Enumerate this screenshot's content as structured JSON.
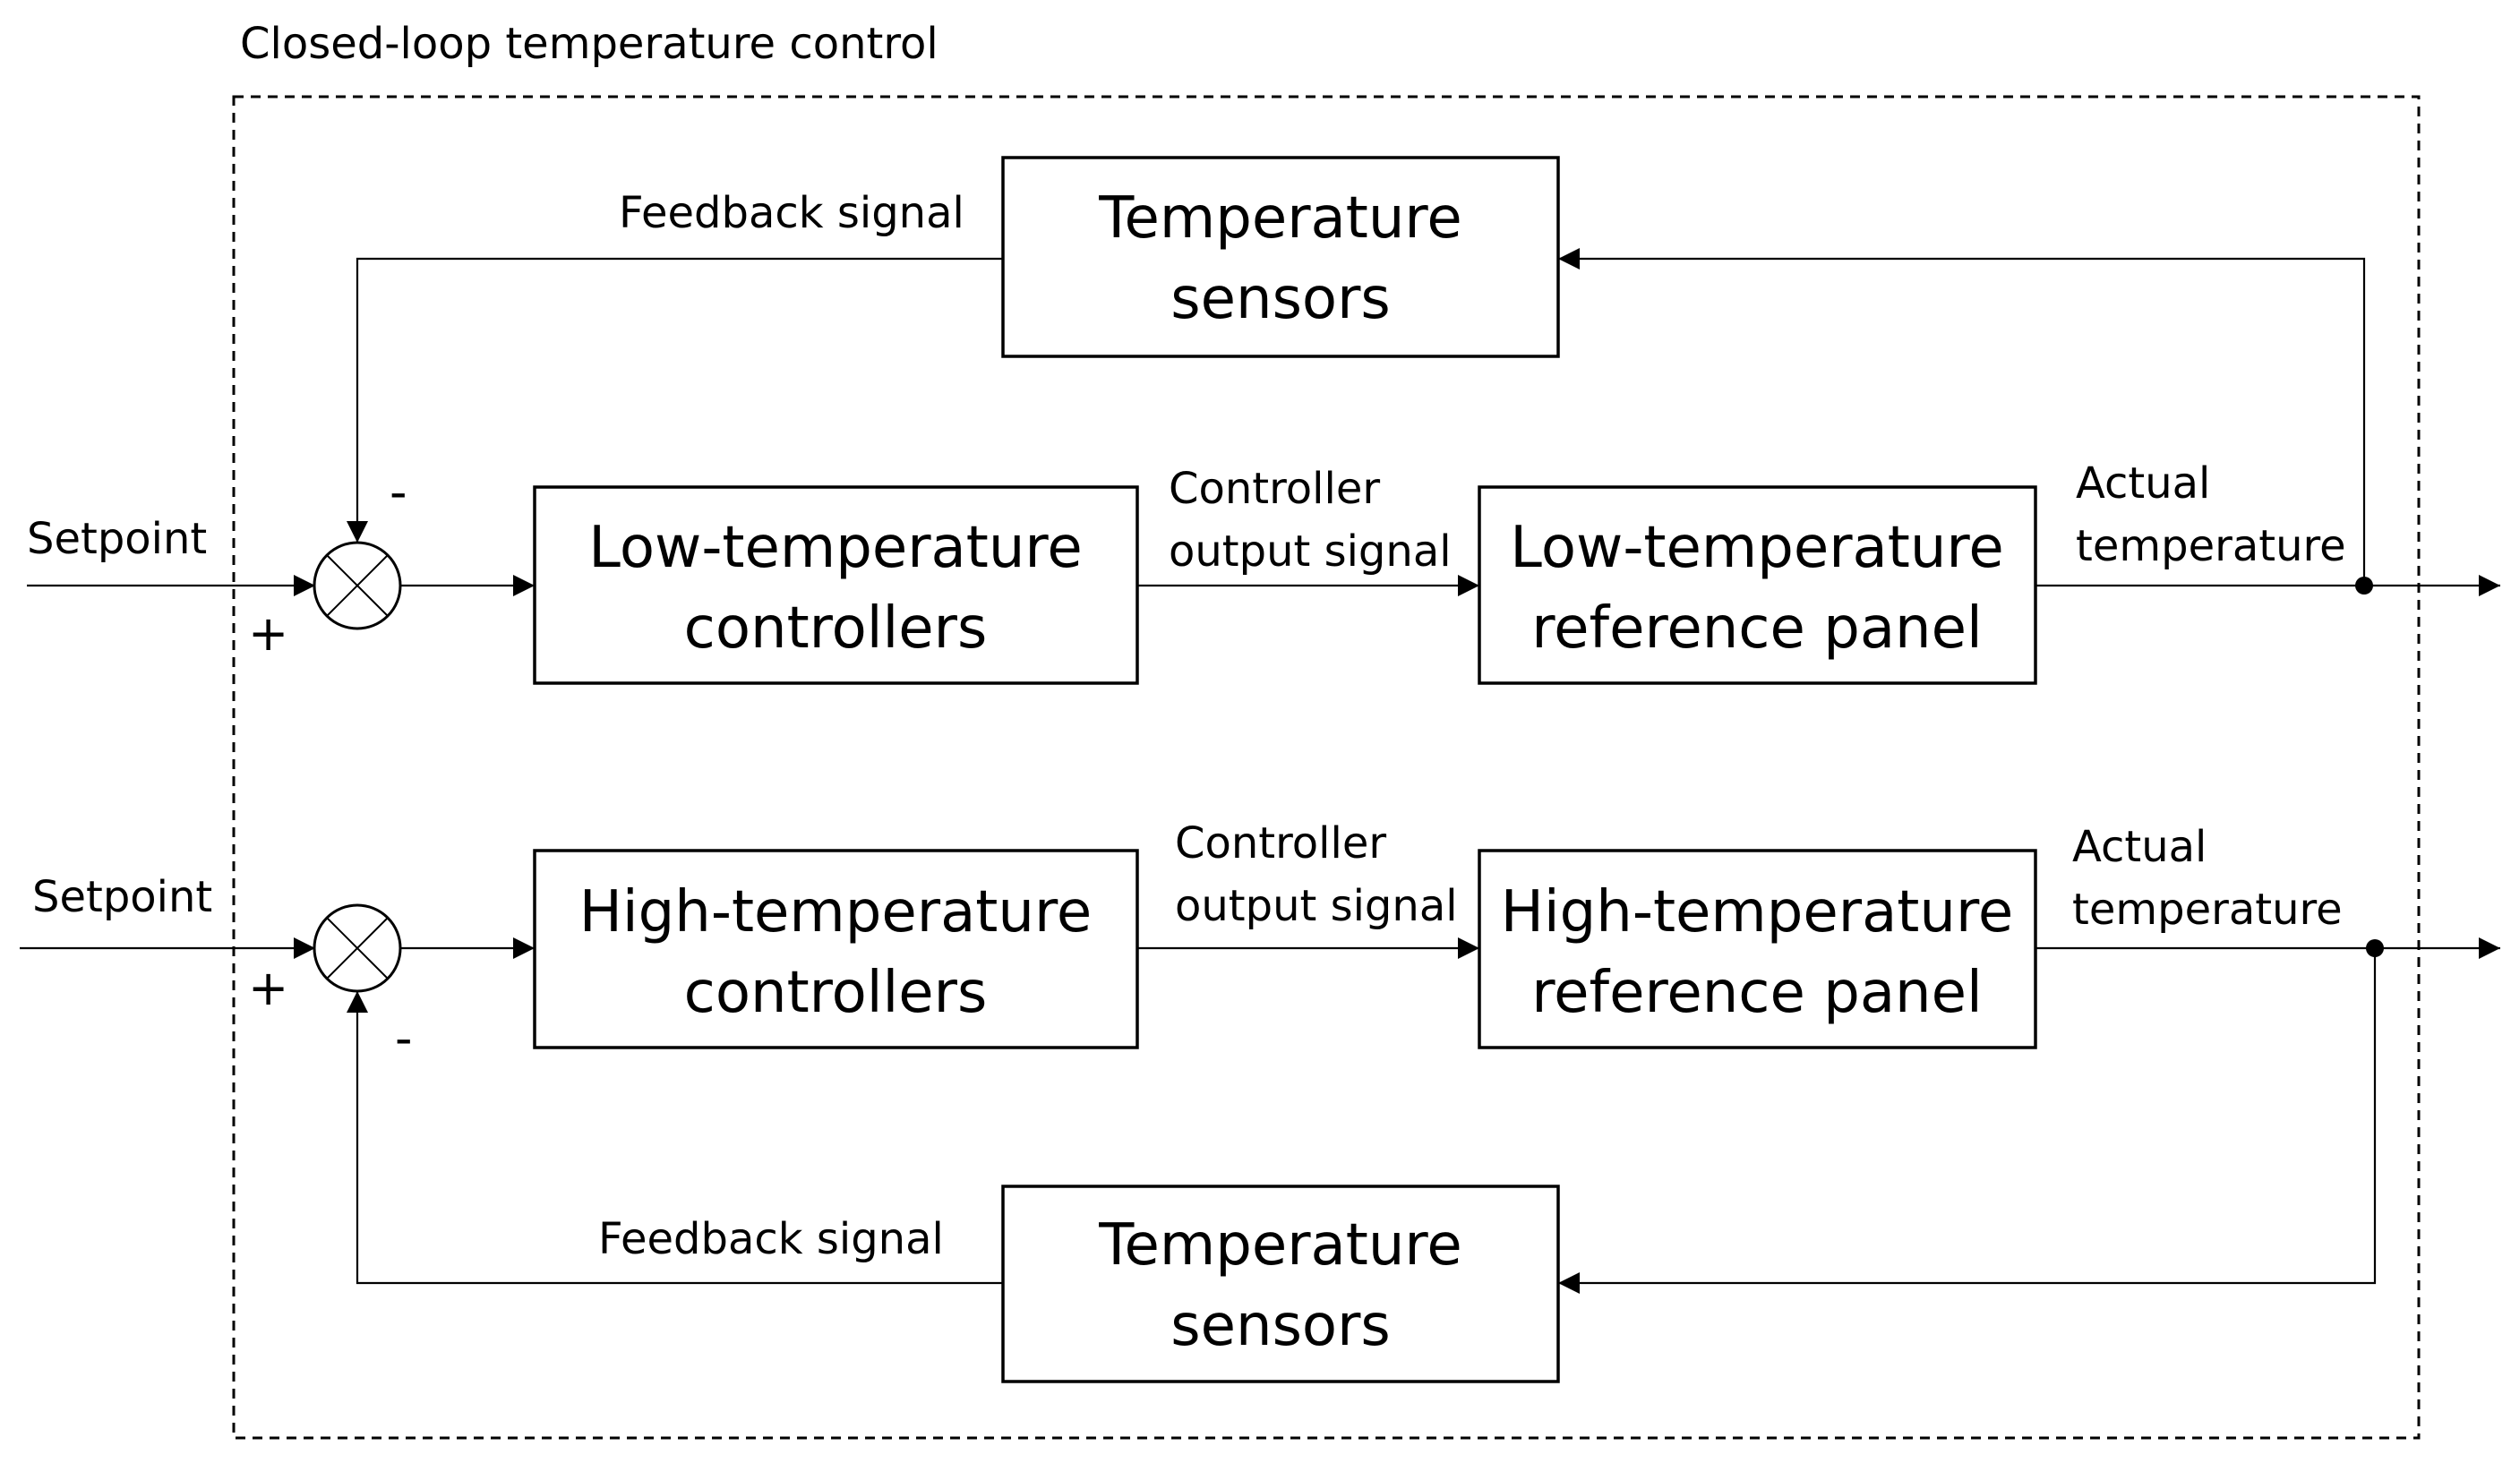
{
  "title": "Closed-loop temperature control",
  "low_loop": {
    "input_label": "Setpoint",
    "plus_sign": "+",
    "minus_sign": "-",
    "controller": [
      "Low-temperature",
      "controllers"
    ],
    "controller_output": [
      "Controller",
      "output signal"
    ],
    "plant": [
      "Low-temperature",
      "reference panel"
    ],
    "actual": [
      "Actual",
      "temperature"
    ],
    "sensor": [
      "Temperature",
      "sensors"
    ],
    "feedback_label": "Feedback signal"
  },
  "high_loop": {
    "input_label": "Setpoint",
    "plus_sign": "+",
    "minus_sign": "-",
    "controller": [
      "High-temperature",
      "controllers"
    ],
    "controller_output": [
      "Controller",
      "output signal"
    ],
    "plant": [
      "High-temperature",
      "reference panel"
    ],
    "actual": [
      "Actual",
      "temperature"
    ],
    "sensor": [
      "Temperature",
      "sensors"
    ],
    "feedback_label": "Feedback signal"
  }
}
